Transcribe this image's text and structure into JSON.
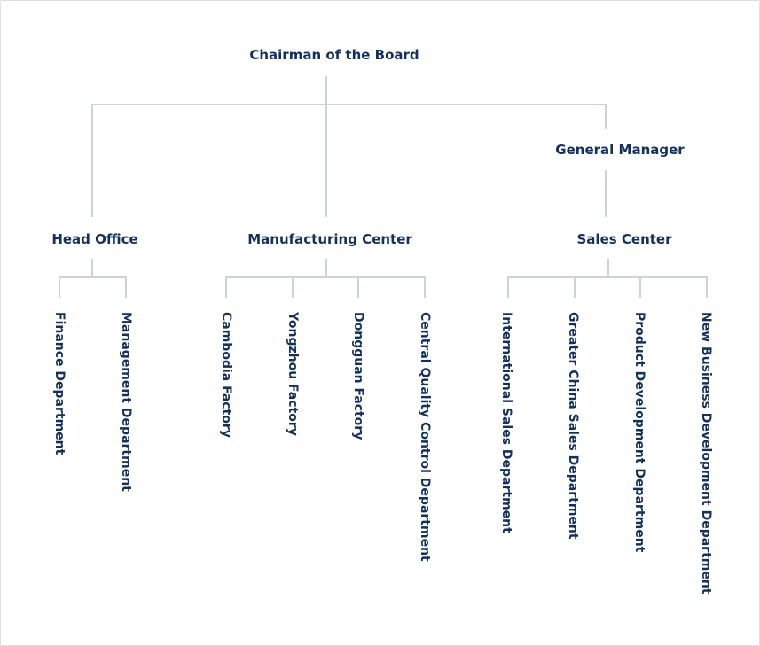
{
  "chairman": "Chairman of the Board",
  "general_manager": "General Manager",
  "head_office": {
    "title": "Head Office",
    "departments": [
      "Finance Department",
      "Management Department"
    ]
  },
  "manufacturing_center": {
    "title": "Manufacturing Center",
    "departments": [
      "Cambodia Factory",
      "Yongzhou Factory",
      "Dongguan Factory",
      "Central Quality Control Department"
    ]
  },
  "sales_center": {
    "title": "Sales Center",
    "departments": [
      "International Sales Department",
      "Greater China Sales Department",
      "Product Development Department",
      "New Business Development Department"
    ]
  },
  "colors": {
    "text": "#14315d",
    "connector": "#ccd3dc",
    "border": "#dcdfe3"
  }
}
